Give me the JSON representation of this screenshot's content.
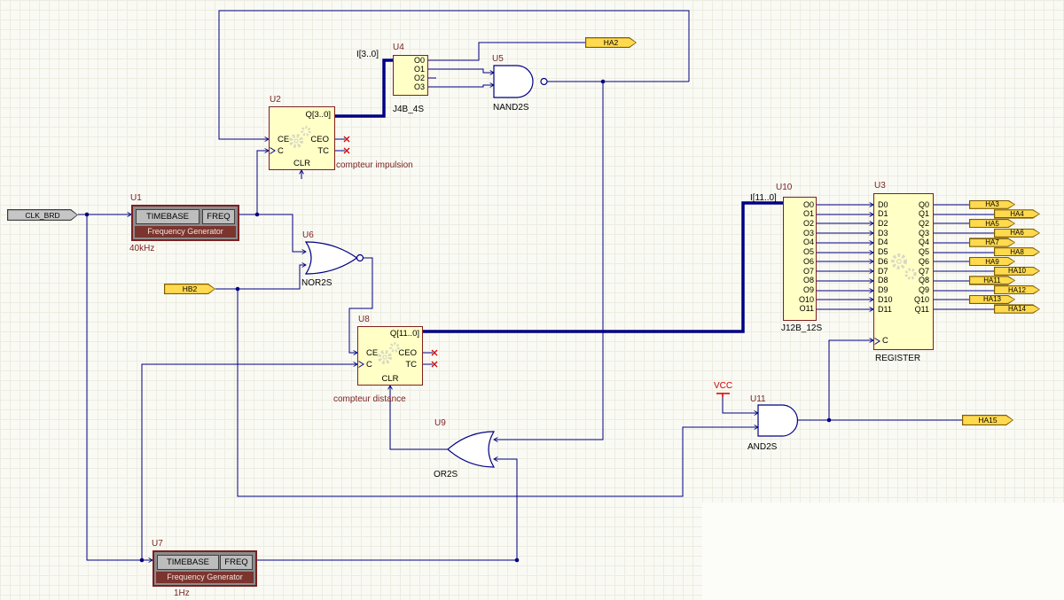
{
  "colors": {
    "wire": "#000084",
    "component_fill": "#FFFFC6",
    "component_border": "#7F1F1F",
    "flag_fill": "#FFDA4F",
    "flag_border": "#7E5C00",
    "gray_flag_fill": "#C6C6C6",
    "accent_text": "#7B2424",
    "vcc_red": "#D00000"
  },
  "ports": {
    "clk_brd": "CLK_BRD",
    "hb2": "HB2",
    "ha2": "HA2",
    "ha15": "HA15",
    "register_flags": [
      "HA3",
      "HA4",
      "HA5",
      "HA6",
      "HA7",
      "HA8",
      "HA9",
      "HA10",
      "HA11",
      "HA12",
      "HA13",
      "HA14"
    ]
  },
  "power": {
    "vcc": "VCC"
  },
  "components": {
    "u1": {
      "ref": "U1",
      "name": "TIMEBASE",
      "pin": "FREQ",
      "subtitle": "Frequency Generator",
      "frequency": "40kHz"
    },
    "u7": {
      "ref": "U7",
      "name": "TIMEBASE",
      "pin": "FREQ",
      "subtitle": "Frequency Generator",
      "frequency": "1Hz"
    },
    "u2": {
      "ref": "U2",
      "bus": "Q[3..0]",
      "pins_left": [
        "CE",
        "C"
      ],
      "pins_right": [
        "CEO",
        "TC"
      ],
      "pin_bottom": "CLR",
      "caption": "compteur impulsion"
    },
    "u8": {
      "ref": "U8",
      "bus": "Q[11..0]",
      "pins_left": [
        "CE",
        "C"
      ],
      "pins_right": [
        "CEO",
        "TC"
      ],
      "pin_bottom": "CLR",
      "caption": "compteur distance"
    },
    "u4": {
      "ref": "U4",
      "type": "J4B_4S",
      "bus": "I[3..0]",
      "outputs": [
        "O0",
        "O1",
        "O2",
        "O3"
      ]
    },
    "u10": {
      "ref": "U10",
      "type": "J12B_12S",
      "bus": "I[11..0]",
      "outputs": [
        "O0",
        "O1",
        "O2",
        "O3",
        "O4",
        "O5",
        "O6",
        "O7",
        "O8",
        "O9",
        "O10",
        "O11"
      ]
    },
    "u3": {
      "ref": "U3",
      "type": "REGISTER",
      "clock": "C",
      "inputs": [
        "D0",
        "D1",
        "D2",
        "D3",
        "D4",
        "D5",
        "D6",
        "D7",
        "D8",
        "D9",
        "D10",
        "D11"
      ],
      "outputs": [
        "Q0",
        "Q1",
        "Q2",
        "Q3",
        "Q4",
        "Q5",
        "Q6",
        "Q7",
        "Q8",
        "Q9",
        "Q10",
        "Q11"
      ]
    },
    "u5": {
      "ref": "U5",
      "type": "NAND2S"
    },
    "u6": {
      "ref": "U6",
      "type": "NOR2S"
    },
    "u9": {
      "ref": "U9",
      "type": "OR2S"
    },
    "u11": {
      "ref": "U11",
      "type": "AND2S"
    }
  }
}
